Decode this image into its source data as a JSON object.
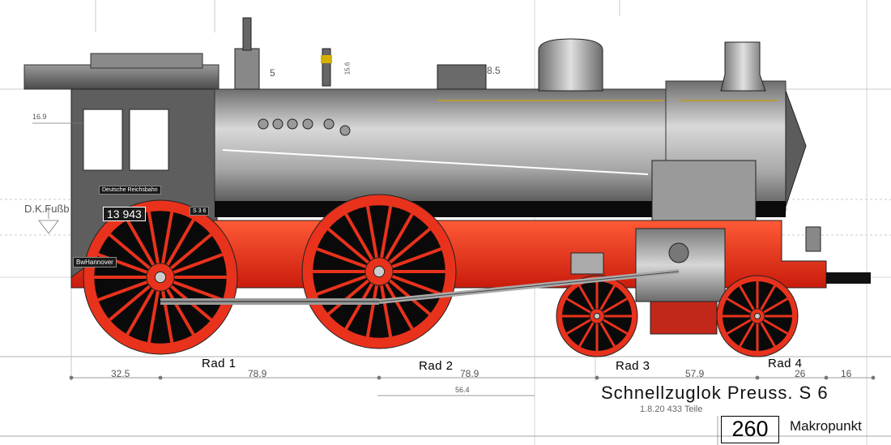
{
  "drawing": {
    "title": "Schnellzuglok Preuss. S 6",
    "subtitle": "1.8.20 433 Teile",
    "page_number": "260",
    "label": "Makropunkt",
    "reference_line_label": "D.K.Fußb",
    "loco_number": "13 943",
    "company_plate": "Deutsche Reichsbahn",
    "depot_plate": "BwHannover",
    "class_plate": "S 3 6",
    "wheels": [
      "Rad 1",
      "Rad 2",
      "Rad 3",
      "Rad 4"
    ],
    "dimensions": {
      "bottom": [
        "32.5",
        "78.9",
        "78.9",
        "57.9",
        "26",
        "16"
      ],
      "sub": "56.4",
      "cab_left": "16.9",
      "dome_top": "5",
      "whistle": "15.6",
      "sand_dome": "8.5"
    },
    "colors": {
      "frame_red": "#e8321c",
      "wheel_black": "#0a0a0a",
      "boiler_grey": "#9a9a9a",
      "cab_grey": "#5d5d5d"
    }
  }
}
